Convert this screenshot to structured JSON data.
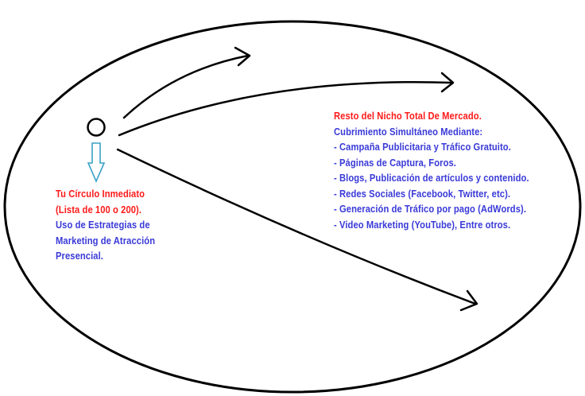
{
  "colors": {
    "heading": "#ff1a1a",
    "body": "#3a3ad8",
    "outline": "#000000",
    "down_arrow": "#3aa0c8"
  },
  "left_text": {
    "heading_lines": [
      "Tu Círculo Inmediato",
      "(Lista de 100 o 200)."
    ],
    "body_lines": [
      "Uso de Estrategias de",
      "Marketing de Atracción",
      "Presencial."
    ]
  },
  "right_text": {
    "heading": "Resto del Nicho Total De Mercado.",
    "body_lines": [
      "Cubrimiento Simultáneo Mediante:",
      "- Campaña Publicitaria y Tráfico Gratuito.",
      "- Páginas de Captura, Foros.",
      "- Blogs, Publicación de artículos y contenido.",
      "- Redes Sociales (Facebook, Twitter, etc).",
      "- Generación de Tráfico por pago (AdWords).",
      "- Video Marketing (YouTube), Entre otros."
    ]
  },
  "icons": {
    "center": "circle-icon",
    "pointer": "down-arrow-icon",
    "connectors": [
      "curved-arrow-upper-icon",
      "curved-arrow-middle-icon",
      "curved-arrow-lower-icon"
    ]
  }
}
